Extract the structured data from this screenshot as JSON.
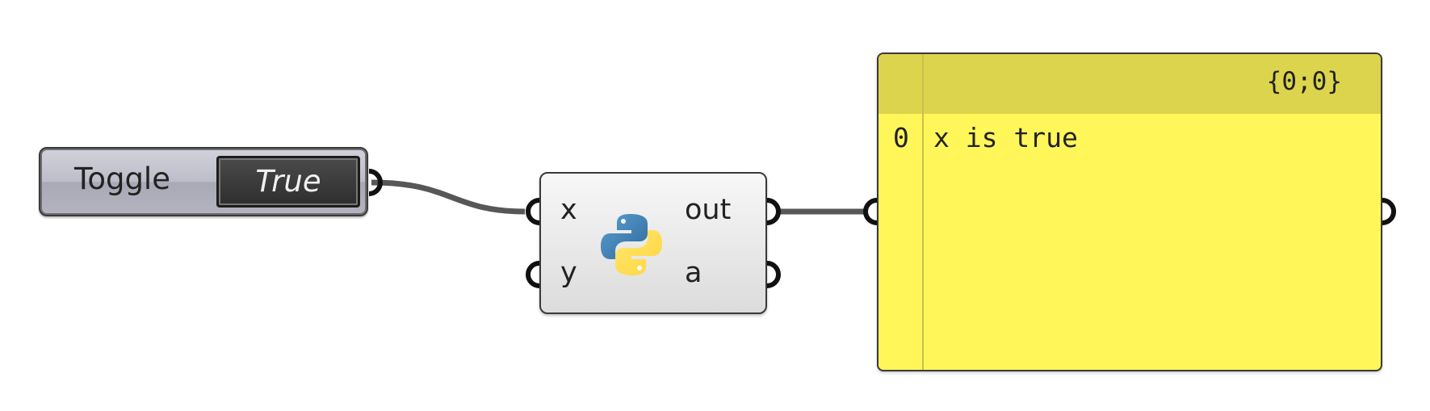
{
  "canvas": {
    "background": "#ffffff",
    "wire_color": "#575757"
  },
  "toggle": {
    "label": "Toggle",
    "value": "True"
  },
  "python_component": {
    "icon": "python-logo-icon",
    "inputs": [
      "x",
      "y"
    ],
    "outputs": [
      "out",
      "a"
    ]
  },
  "panel": {
    "path": "{0;0}",
    "rows": [
      {
        "index": "0",
        "text": "x is true"
      }
    ],
    "fill_color": "#fff65a",
    "header_color": "#dcd44c"
  }
}
